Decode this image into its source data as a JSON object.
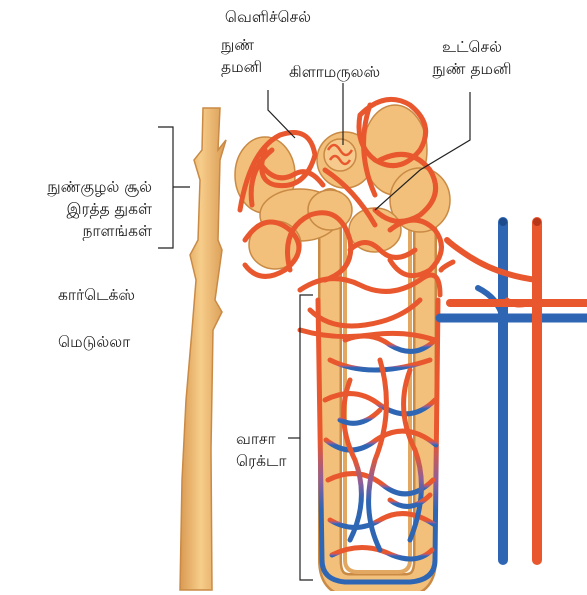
{
  "labels": {
    "efferent_arteriole": [
      "வெளிச்செல்",
      "நுண்",
      "தமனி"
    ],
    "glomerulus": "கிளாமருலஸ்",
    "afferent_arteriole": [
      "உட்செல்",
      "நுண் தமனி"
    ],
    "peritubular_capillaries": [
      "நுண்குழல் சூல்",
      "இரத்த துகள்",
      "நாளங்கள்"
    ],
    "cortex": "கார்டெக்ஸ்",
    "medulla": "மெடுல்லா",
    "vasa_recta": [
      "வாசா",
      "ரெக்டா"
    ]
  },
  "colors": {
    "artery": "#e8572e",
    "artery_dark": "#b8361a",
    "vein": "#2f66b4",
    "vein_dark": "#1d4a8a",
    "tubule": "#f2c07a",
    "tubule_dark": "#d89a4e"
  }
}
